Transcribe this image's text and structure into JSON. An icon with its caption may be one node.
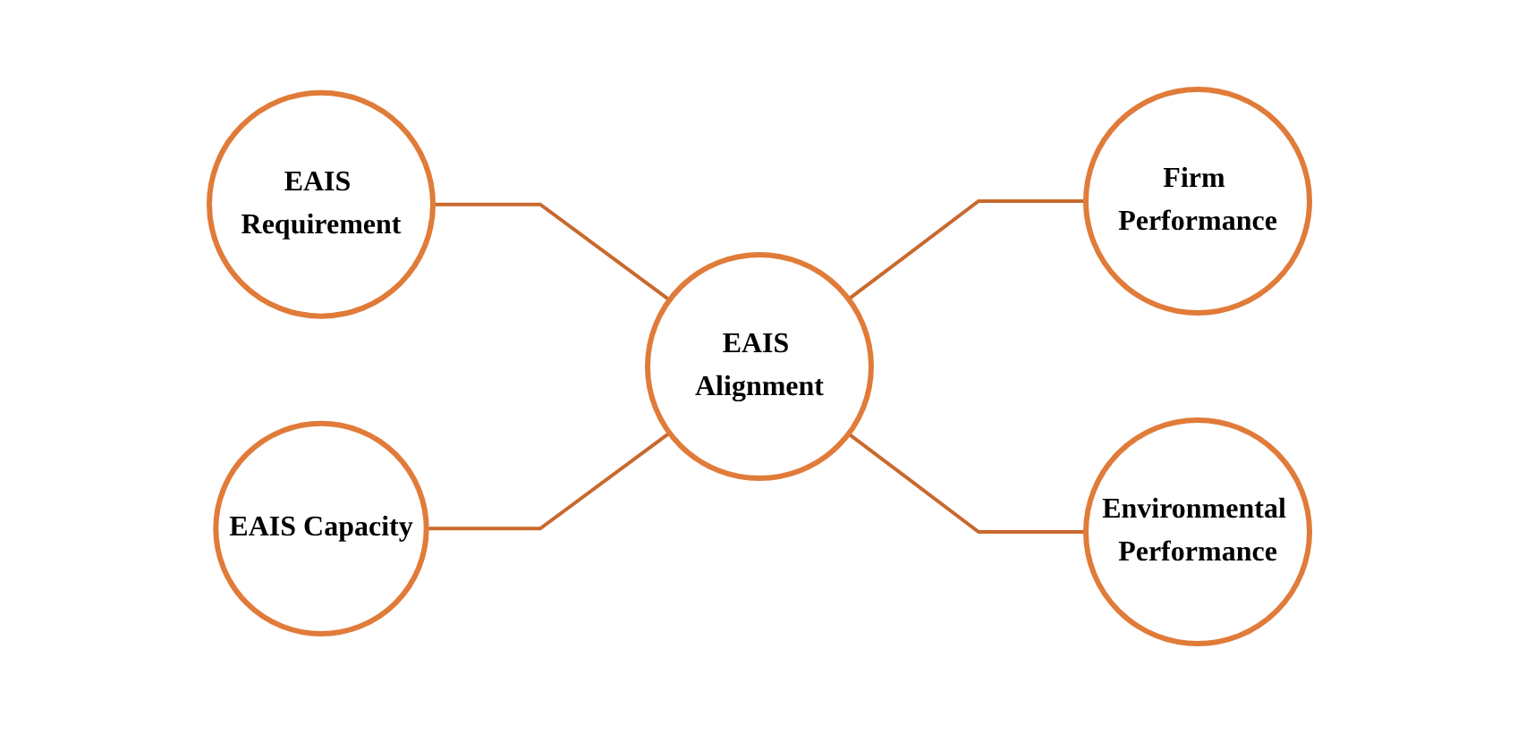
{
  "diagram": {
    "nodes": [
      {
        "text": [
          "EAIS Requirement"
        ]
      },
      {
        "text": [
          "Firm Performance"
        ]
      },
      {
        "text": [
          "EAIS Alignment"
        ]
      },
      {
        "text": [
          "EAIS Capacity"
        ]
      },
      {
        "text": [
          "Environmental Performance"
        ]
      }
    ],
    "edges": [
      {
        "from": 0,
        "to": 2,
        "arrow": "none"
      },
      {
        "from": 2,
        "to": 1,
        "arrow": "none"
      },
      {
        "from": 3,
        "to": 2,
        "arrow": "none"
      },
      {
        "from": 2,
        "to": 4,
        "arrow": "none"
      }
    ]
  }
}
